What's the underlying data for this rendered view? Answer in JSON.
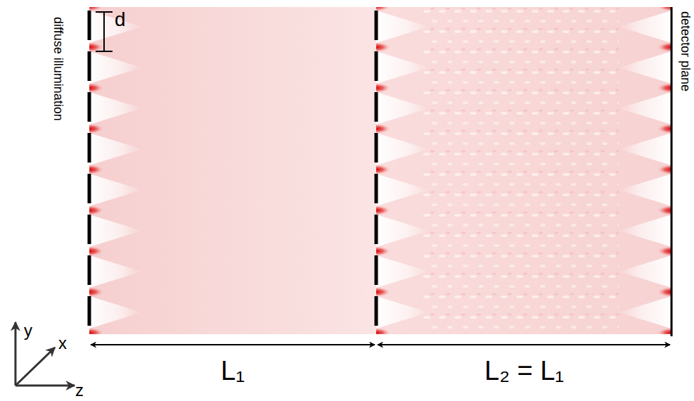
{
  "diagram": {
    "labels": [
      "diffuse illumination",
      "d",
      "detector plane",
      "L₁",
      "L₂ = L₁",
      "y",
      "x",
      "z"
    ]
  }
}
